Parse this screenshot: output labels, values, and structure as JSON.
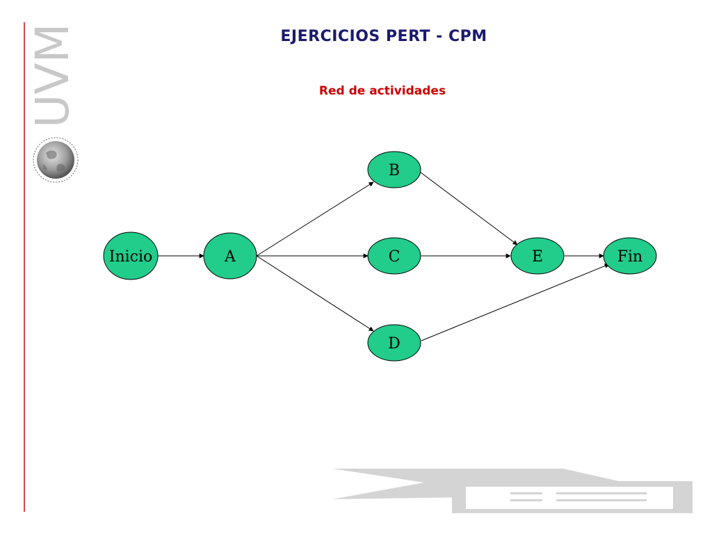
{
  "slide": {
    "title": "EJERCICIOS PERT - CPM",
    "subtitle": "Red de actividades"
  },
  "logo": {
    "text": "UVM"
  },
  "colors": {
    "node_fill": "#22cc8a",
    "title": "#1a1a6e",
    "subtitle": "#cc0000",
    "accent_rule": "#d44a4a"
  },
  "diagram": {
    "nodes": [
      {
        "id": "inicio",
        "label": "Inicio"
      },
      {
        "id": "a",
        "label": "A"
      },
      {
        "id": "b",
        "label": "B"
      },
      {
        "id": "c",
        "label": "C"
      },
      {
        "id": "d",
        "label": "D"
      },
      {
        "id": "e",
        "label": "E"
      },
      {
        "id": "fin",
        "label": "Fin"
      }
    ],
    "edges": [
      {
        "from": "inicio",
        "to": "a"
      },
      {
        "from": "a",
        "to": "b"
      },
      {
        "from": "a",
        "to": "c"
      },
      {
        "from": "a",
        "to": "d"
      },
      {
        "from": "b",
        "to": "e"
      },
      {
        "from": "c",
        "to": "e"
      },
      {
        "from": "e",
        "to": "fin"
      },
      {
        "from": "d",
        "to": "fin"
      }
    ]
  }
}
